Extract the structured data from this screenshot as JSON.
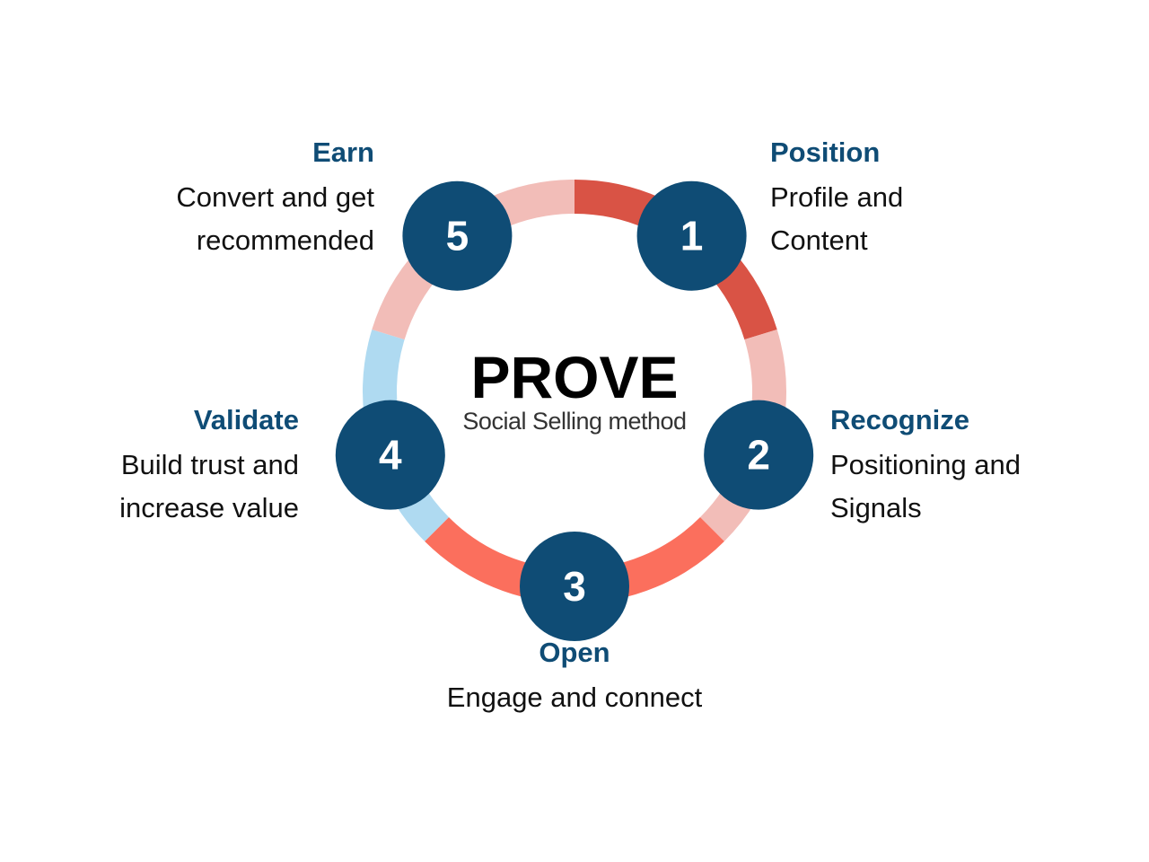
{
  "center": {
    "title": "PROVE",
    "subtitle": "Social Selling method"
  },
  "steps": [
    {
      "number": "1",
      "title": "Position",
      "desc_lines": [
        "Profile and",
        "Content"
      ]
    },
    {
      "number": "2",
      "title": "Recognize",
      "desc_lines": [
        "Positioning and",
        "Signals"
      ]
    },
    {
      "number": "3",
      "title": "Open",
      "desc_lines": [
        "Engage and connect"
      ]
    },
    {
      "number": "4",
      "title": "Validate",
      "desc_lines": [
        "Build trust and",
        "increase value"
      ]
    },
    {
      "number": "5",
      "title": "Earn",
      "desc_lines": [
        "Convert and get",
        "recommended"
      ]
    }
  ],
  "colors": {
    "node_fill": "#0f4c75",
    "title_text": "#0f4c75",
    "ring_dark_red": "#d95345",
    "ring_light_pink": "#f2bdb8",
    "ring_coral": "#fb6f5d",
    "ring_light_blue": "#afdaf1"
  }
}
